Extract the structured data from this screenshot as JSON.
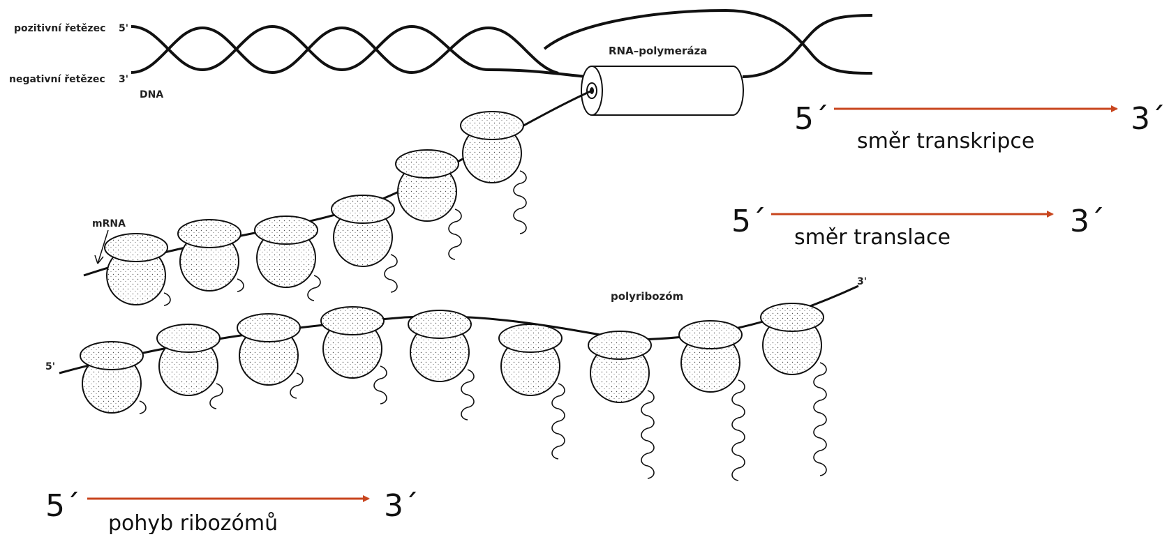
{
  "dna": {
    "positive_strand_label": "pozitivní řetězec",
    "negative_strand_label": "negativní řetězec",
    "five_prime": "5'",
    "three_prime": "3'",
    "dna_label": "DNA"
  },
  "polymerase": {
    "label": "RNA–polymeráza"
  },
  "mrna": {
    "label": "mRNA"
  },
  "polyribosome": {
    "label": "polyribozóm",
    "five_prime": "5'",
    "three_prime": "3'"
  },
  "arrows": {
    "accent_color": "#c8451e",
    "transcription": {
      "start": "5´",
      "end": "3´",
      "caption": "směr transkripce"
    },
    "translation": {
      "start": "5´",
      "end": "3´",
      "caption": "směr translace"
    },
    "ribosome_movement": {
      "start": "5´",
      "end": "3´",
      "caption": "pohyb ribozómů"
    }
  }
}
